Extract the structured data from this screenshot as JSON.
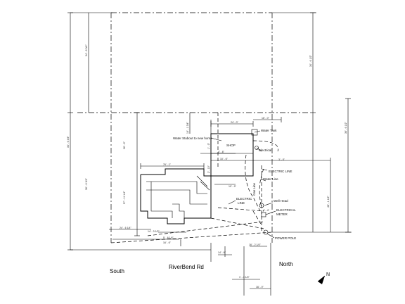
{
  "labels": {
    "south": "South",
    "road": "RiverBend Rd",
    "north": "North",
    "north_arrow": "N",
    "shop": "SHOP",
    "water_tank": "Water Tank",
    "water_stubout": "Water Stubout to new home",
    "electrical": "Electrical",
    "electric_line_top": "ELECTRIC LINE",
    "water_line": "Water Line",
    "gas_line": "Gas Line",
    "electric_line_left_1": "ELECTRIC",
    "electric_line_left_2": "LINE",
    "well_head": "Well Head",
    "electrical_meter_1": "ELECTRICAL",
    "electrical_meter_2": "METER",
    "power_pole": "POWER POLE"
  },
  "dims": {
    "left_outer_top": "34' - 6 3/4\"",
    "left_outer_lower": "36' - 6 3/4\"",
    "left_outer_far": "34' - 6 3/4\"",
    "left_inner": "26' - 6\"",
    "left_inner_lower": "57' - 11 1/4\"",
    "upper_small": "16' - 1 3/4\"",
    "shop_top": "24' - 0\"",
    "top_right_small": "16' - 0\"",
    "shop_side": "1' - 0\"",
    "shop_side_b": "2' - 10\"",
    "house_top": "76' - 1\"",
    "house_right_a": "10' - 6\"",
    "house_right_b": "10' - 9\"",
    "left_small_a": "14' - 3 1/2\"",
    "left_small_b": "24' - 6 1/4\"",
    "bottom_a": "14' - 6\"",
    "bottom_b": "16' - 2 1/4\"",
    "bottom_c": "1' - 4 1/4\"",
    "bottom_d": "5' - 6 1/4\"",
    "bottom_e": "16' - 0\"",
    "bottom_f": "16' - 6\"",
    "right_outer": "34' - 6 1/2\"",
    "right_inner": "36' - 6 1/2\"",
    "right_lower": "3' - 0\"",
    "right_lower_b": "48' - 1 1/2\"",
    "mid_a": "4' - 6\"",
    "mid_b": "4' - 4\""
  }
}
